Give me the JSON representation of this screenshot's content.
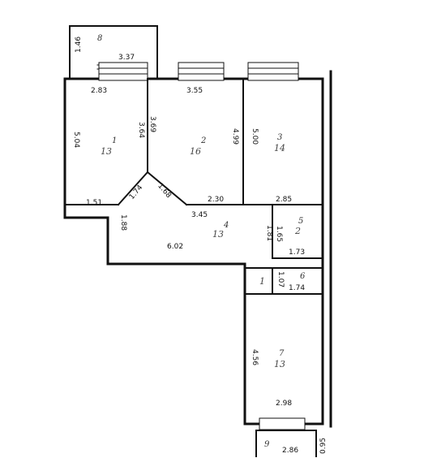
{
  "plan": {
    "dimensions": {
      "balcony_top_height": "1.46",
      "balcony_top_width": "3.37",
      "room1_width": "2.83",
      "room1_height": "5.04",
      "room1_diag": "3.64",
      "room1_bottom": "1.51",
      "room2_width": "3.55",
      "room2_left_height": "3.69",
      "room2_right_height": "4.99",
      "room2_bottom": "2.30",
      "room3_height": "5.00",
      "room3_bottom": "2.85",
      "corridor_diag_left": "1.74",
      "corridor_diag_right": "1.68",
      "corridor_top": "3.45",
      "corridor_left": "1.88",
      "corridor_bottom": "6.02",
      "corridor_right": "1.81",
      "room5_height": "1.65",
      "room5_width": "1.73",
      "room6_height": "1.07",
      "room6_width": "1.74",
      "room7_height": "4.56",
      "room7_width": "2.98",
      "balcony_bottom_width": "2.86",
      "balcony_bottom_height": "0.95"
    },
    "rooms": [
      {
        "id": "r1",
        "number": "1",
        "area": "13"
      },
      {
        "id": "r2",
        "number": "2",
        "area": "16"
      },
      {
        "id": "r3",
        "number": "3",
        "area": "14"
      },
      {
        "id": "r4",
        "number": "4",
        "area": "13"
      },
      {
        "id": "r5",
        "number": "5",
        "area": "2"
      },
      {
        "id": "r6",
        "number": "6",
        "area": "1"
      },
      {
        "id": "r7",
        "number": "7",
        "area": "13"
      },
      {
        "id": "b1",
        "number": "8",
        "area": ""
      },
      {
        "id": "b2",
        "number": "9",
        "area": ""
      }
    ]
  }
}
